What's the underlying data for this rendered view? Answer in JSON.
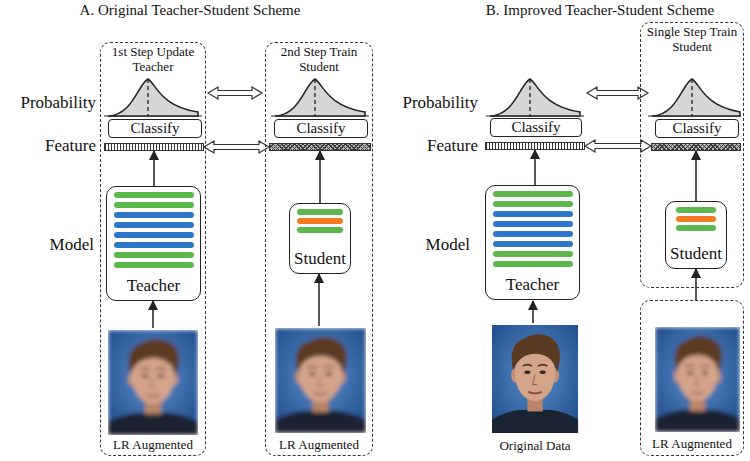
{
  "diagram": {
    "nodes": [
      {
        "text": [
          "1st Step Update Teacher",
          "LR Augmented"
        ]
      },
      {
        "text": [
          "Classify"
        ],
        "in": 0
      },
      {
        "text": [
          "Teacher"
        ],
        "in": 0
      },
      {
        "text": [
          "2nd Step Train Student",
          "LR Augmented"
        ]
      },
      {
        "text": [
          "Classify"
        ],
        "in": 3
      },
      {
        "text": [
          "Student"
        ],
        "in": 3
      },
      {
        "text": [
          "Classify"
        ]
      },
      {
        "text": [
          "Teacher"
        ]
      },
      {
        "text": [
          "Single Step Train Student"
        ]
      },
      {
        "text": [
          "Classify"
        ],
        "in": 8
      },
      {
        "text": [
          "Student"
        ],
        "in": 8
      },
      {
        "text": [
          "LR Augmented"
        ]
      }
    ],
    "edges": [
      {
        "from": 2,
        "to": 1,
        "arrow": "to"
      },
      {
        "from": 5,
        "to": 4,
        "arrow": "to"
      },
      {
        "from": 1,
        "to": 4,
        "arrow": "both"
      },
      {
        "from": 7,
        "to": 6,
        "arrow": "to"
      },
      {
        "from": 10,
        "to": 9,
        "arrow": "to"
      },
      {
        "from": 6,
        "to": 9,
        "arrow": "both"
      },
      {
        "from": 11,
        "to": 10,
        "arrow": "to"
      }
    ],
    "labels": [
      "A. Original Teacher-Student Scheme",
      "B. Improved Teacher-Student Scheme",
      "Probability",
      "Feature",
      "Model",
      "Probability",
      "Feature",
      "Model",
      "Original Data"
    ]
  }
}
